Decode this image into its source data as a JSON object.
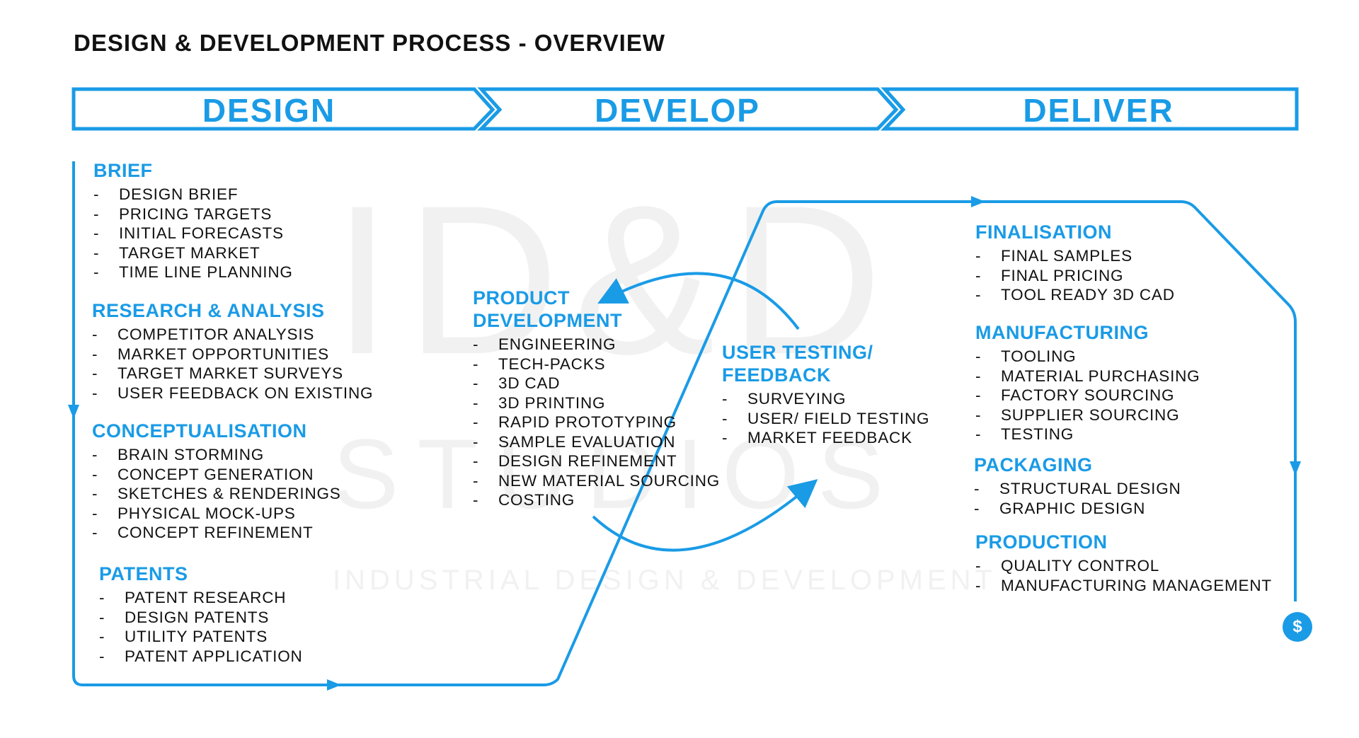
{
  "title": "DESIGN & DEVELOPMENT PROCESS - OVERVIEW",
  "colors": {
    "accent": "#1a9be6",
    "text": "#111111",
    "watermark": "#f1f1f1"
  },
  "phases": [
    "DESIGN",
    "DEVELOP",
    "DELIVER"
  ],
  "watermark": {
    "line1": "ID&D",
    "line2": "STUDIOS",
    "line3": "INDUSTRIAL DESIGN & DEVELOPMENT"
  },
  "sections": {
    "brief": {
      "title": "BRIEF",
      "items": [
        "DESIGN BRIEF",
        "PRICING TARGETS",
        "INITIAL FORECASTS",
        "TARGET MARKET",
        "TIME LINE PLANNING"
      ]
    },
    "research": {
      "title": "RESEARCH & ANALYSIS",
      "items": [
        "COMPETITOR ANALYSIS",
        "MARKET OPPORTUNITIES",
        "TARGET MARKET SURVEYS",
        "USER FEEDBACK ON EXISTING"
      ]
    },
    "concept": {
      "title": "CONCEPTUALISATION",
      "items": [
        "BRAIN STORMING",
        "CONCEPT GENERATION",
        "SKETCHES & RENDERINGS",
        "PHYSICAL MOCK-UPS",
        "CONCEPT REFINEMENT"
      ]
    },
    "patents": {
      "title": "PATENTS",
      "items": [
        "PATENT RESEARCH",
        "DESIGN PATENTS",
        "UTILITY PATENTS",
        "PATENT APPLICATION"
      ]
    },
    "product": {
      "title_line1": "PRODUCT",
      "title_line2": "DEVELOPMENT",
      "items": [
        "ENGINEERING",
        "TECH-PACKS",
        "3D CAD",
        "3D PRINTING",
        "RAPID PROTOTYPING",
        "SAMPLE EVALUATION",
        "DESIGN REFINEMENT",
        "NEW MATERIAL SOURCING",
        "COSTING"
      ]
    },
    "testing": {
      "title_line1": "USER TESTING/",
      "title_line2": "FEEDBACK",
      "items": [
        "SURVEYING",
        "USER/ FIELD TESTING",
        "MARKET FEEDBACK"
      ]
    },
    "final": {
      "title": "FINALISATION",
      "items": [
        "FINAL SAMPLES",
        "FINAL PRICING",
        "TOOL READY 3D CAD"
      ]
    },
    "manufacturing": {
      "title": "MANUFACTURING",
      "items": [
        "TOOLING",
        "MATERIAL PURCHASING",
        "FACTORY SOURCING",
        "SUPPLIER SOURCING",
        "TESTING"
      ]
    },
    "packaging": {
      "title": "PACKAGING",
      "items": [
        "STRUCTURAL DESIGN",
        "GRAPHIC DESIGN"
      ]
    },
    "production": {
      "title": "PRODUCTION",
      "items": [
        "QUALITY CONTROL",
        "MANUFACTURING MANAGEMENT"
      ]
    }
  },
  "dash": "-",
  "end_icon": "$"
}
